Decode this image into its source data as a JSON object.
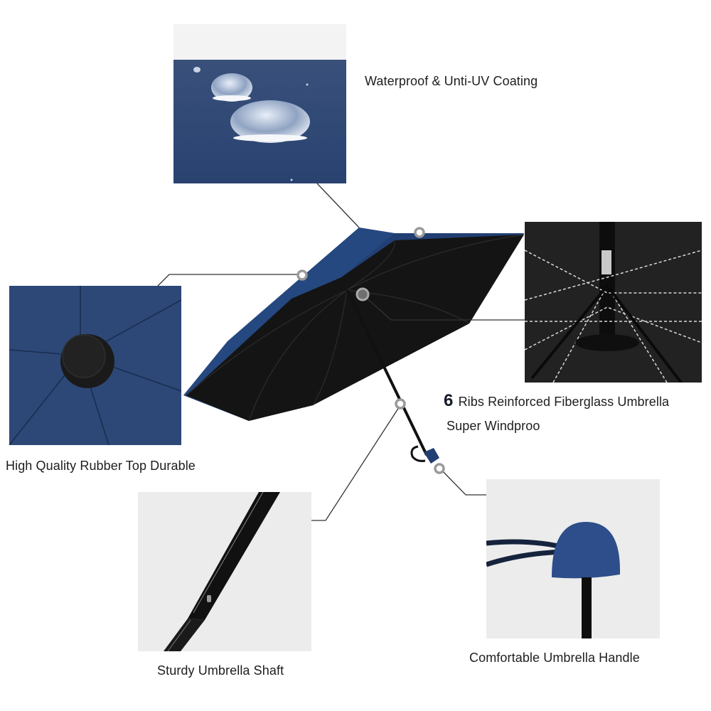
{
  "infographic": {
    "subject": "Compact folding umbrella",
    "colors": {
      "canopy_navy": "#213f73",
      "canopy_inner_black": "#141414",
      "connector_line": "#333333",
      "marker_ring": "#9a9a9a",
      "panel_bg_light": "#eeeeee"
    },
    "features": [
      {
        "id": "coating",
        "label": "Waterproof & Unti-UV Coating",
        "image": "water-droplets-on-navy-fabric"
      },
      {
        "id": "ribs",
        "label_number": "6",
        "label": "Ribs Reinforced  Fiberglass Umbrella",
        "sublabel": "Super Windproo",
        "image": "umbrella-underside-ribs-closeup"
      },
      {
        "id": "top",
        "label": "High Quality Rubber Top Durable",
        "image": "black-rubber-top-cap-on-navy-canopy"
      },
      {
        "id": "shaft",
        "label": "Sturdy Umbrella Shaft",
        "image": "black-telescopic-shaft-closeup"
      },
      {
        "id": "handle",
        "label": "Comfortable Umbrella Handle",
        "image": "navy-dome-handle-with-strap"
      }
    ]
  }
}
